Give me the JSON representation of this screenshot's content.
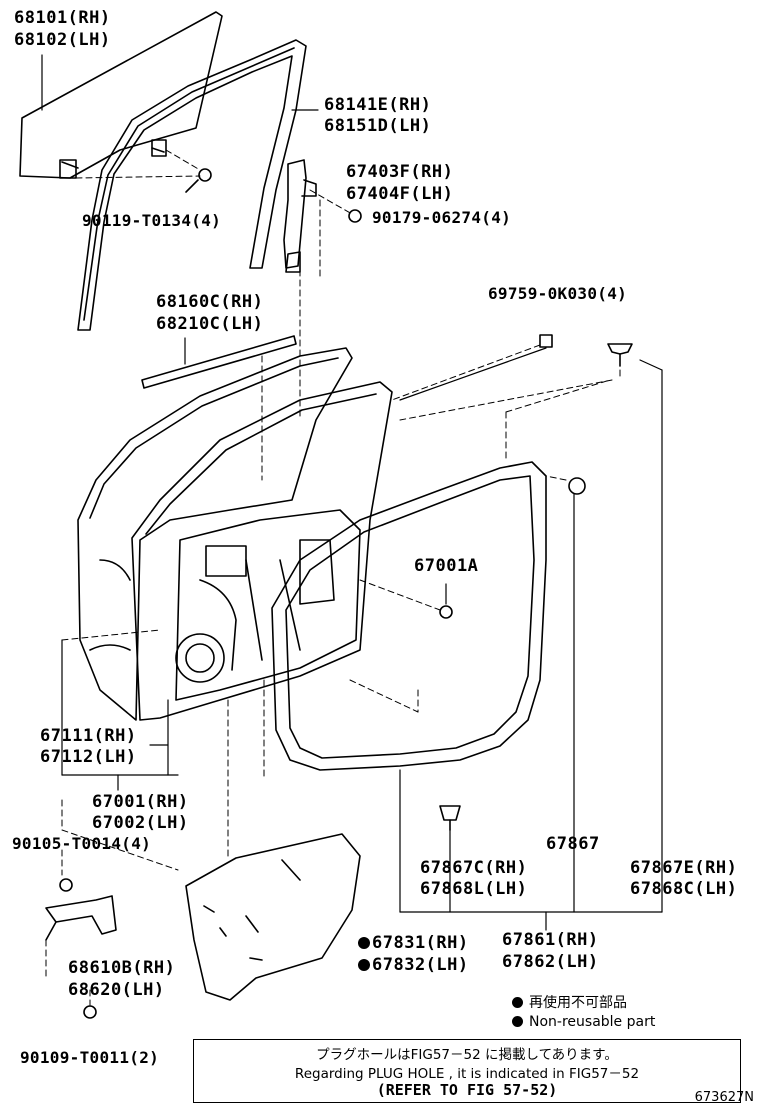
{
  "parts": {
    "glass_rh": "68101(RH)",
    "glass_lh": "68102(LH)",
    "run_rh": "68141E(RH)",
    "run_lh": "68151D(LH)",
    "channel_rh": "67403F(RH)",
    "channel_lh": "67404F(LH)",
    "bolt_a": "90119-T0134(4)",
    "nut_a": "90179-06274(4)",
    "clip_a": "69759-0K030(4)",
    "belt_rh": "68160C(RH)",
    "belt_lh": "68210C(LH)",
    "panel_plug": "67001A",
    "panel_sub_rh": "67111(RH)",
    "panel_sub_lh": "67112(LH)",
    "panel_rh": "67001(RH)",
    "panel_lh": "67002(LH)",
    "weather_strip": "67867",
    "bolt_b": "90105-T0014(4)",
    "clip_c_rh": "67867C(RH)",
    "clip_c_lh": "67868L(LH)",
    "clip_e_rh": "67867E(RH)",
    "clip_e_lh": "67868C(LH)",
    "cover_rh": "67831(RH)",
    "cover_lh": "67832(LH)",
    "ws_rh": "67861(RH)",
    "ws_lh": "67862(LH)",
    "check_rh": "68610B(RH)",
    "check_lh": "68620(LH)",
    "bolt_c": "90109-T0011(2)"
  },
  "legend": {
    "jp": "再使用不可部品",
    "en": "Non-reusable part"
  },
  "note": {
    "line1": "プラグホールはFIG57－52 に掲載してあります。",
    "line2": "Regarding  PLUG HOLE , it is  indicated  in  FIG57－52",
    "line3": "(REFER TO FIG 57-52)"
  },
  "figure_number": "673627N"
}
